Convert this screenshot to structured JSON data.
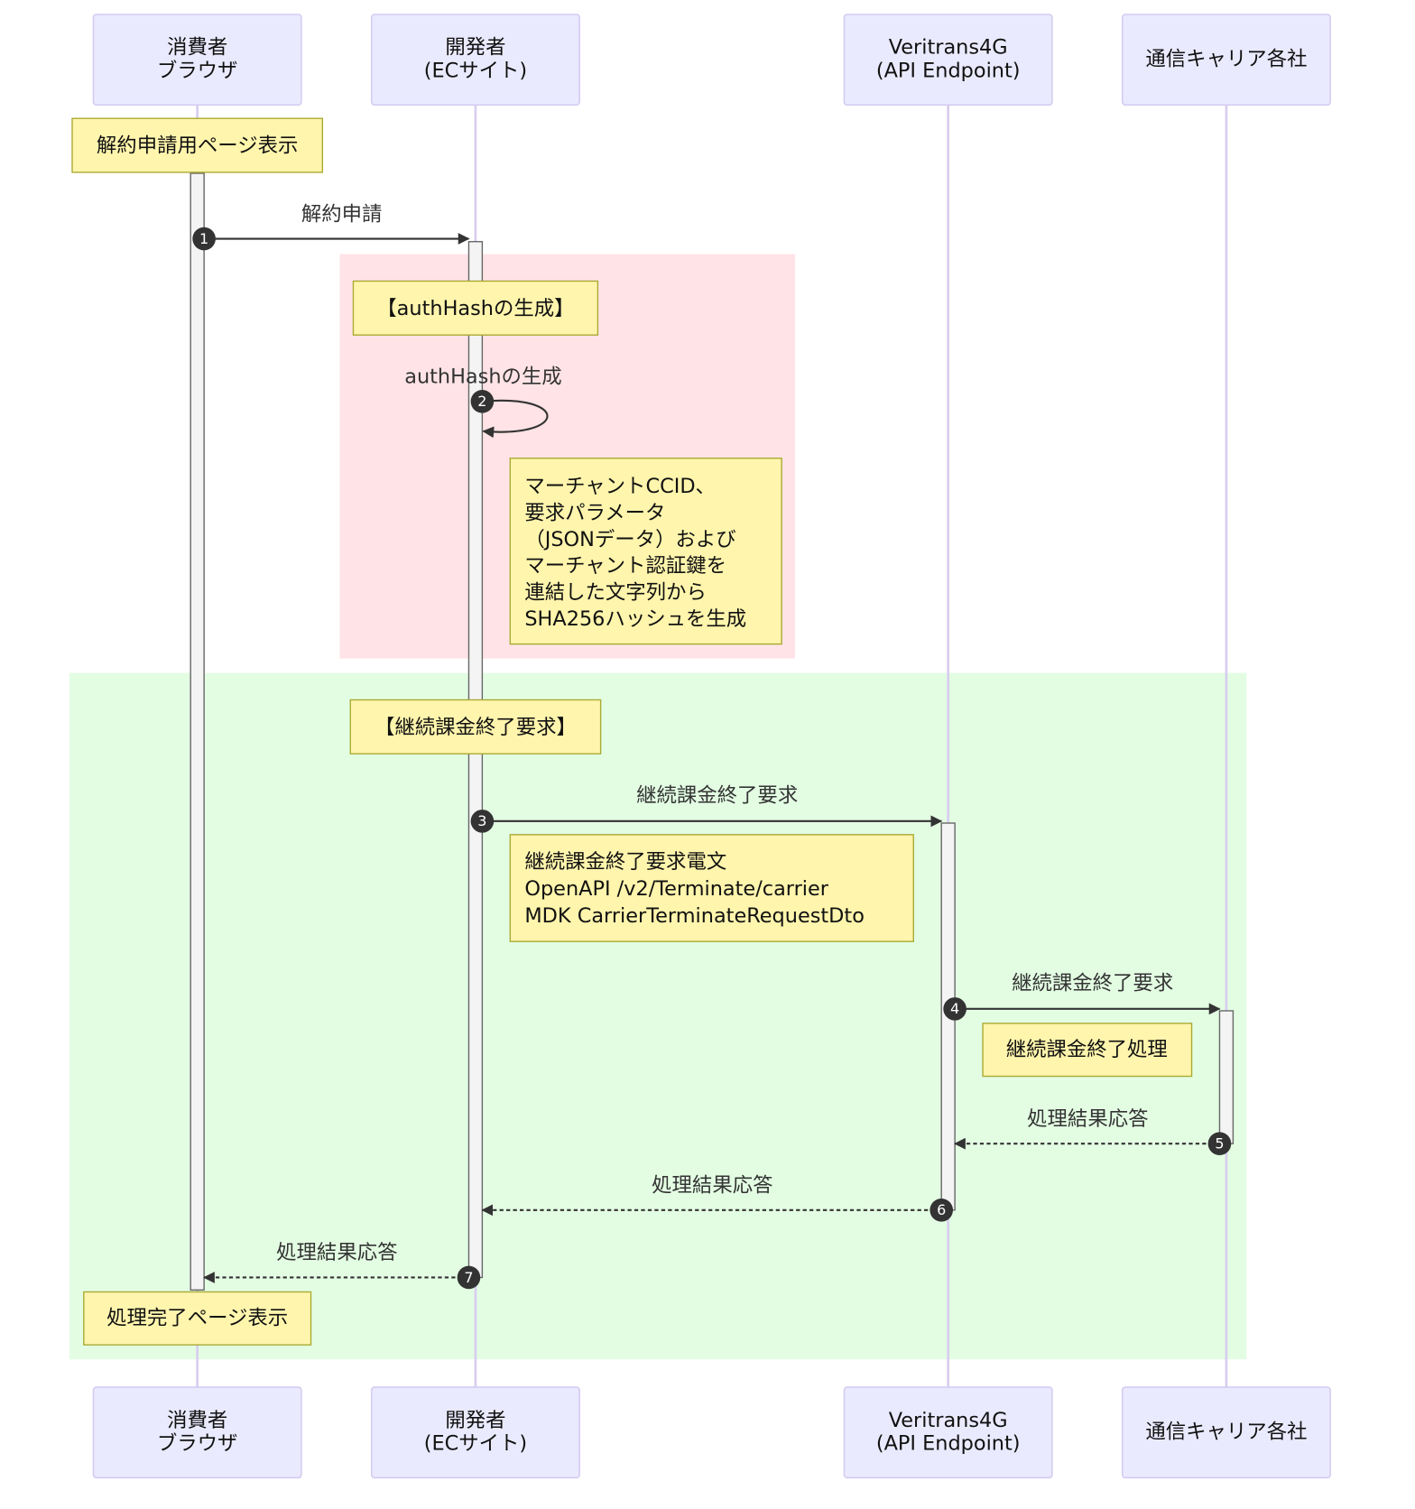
{
  "participants": [
    {
      "line1": "消費者",
      "line2": "ブラウザ"
    },
    {
      "line1": "開発者",
      "line2": "(ECサイト)"
    },
    {
      "line1": "Veritrans4G",
      "line2": "(API Endpoint)"
    },
    {
      "line1": "通信キャリア各社",
      "line2": ""
    }
  ],
  "notes": {
    "page_display": "解約申請用ページ表示",
    "authhash_section": "【authHashの生成】",
    "authhash_detail": [
      "マーチャントCCID、",
      "要求パラメータ",
      "（JSONデータ）および",
      "マーチャント認証鍵を",
      "連結した文字列から",
      "SHA256ハッシュを生成"
    ],
    "terminate_section": "【継続課金終了要求】",
    "terminate_detail": [
      "継続課金終了要求電文",
      "OpenAPI /v2/Terminate/carrier",
      "MDK CarrierTerminateRequestDto"
    ],
    "carrier_process": "継続課金終了処理",
    "complete_display": "処理完了ページ表示"
  },
  "messages": [
    {
      "num": "1",
      "label": "解約申請"
    },
    {
      "num": "2",
      "label": "authHashの生成"
    },
    {
      "num": "3",
      "label": "継続課金終了要求"
    },
    {
      "num": "4",
      "label": "継続課金終了要求"
    },
    {
      "num": "5",
      "label": "処理結果応答"
    },
    {
      "num": "6",
      "label": "処理結果応答"
    },
    {
      "num": "7",
      "label": "処理結果応答"
    }
  ],
  "colors": {
    "auth_rect": "#ffe3e6",
    "terminate_rect": "#e3fde3"
  }
}
